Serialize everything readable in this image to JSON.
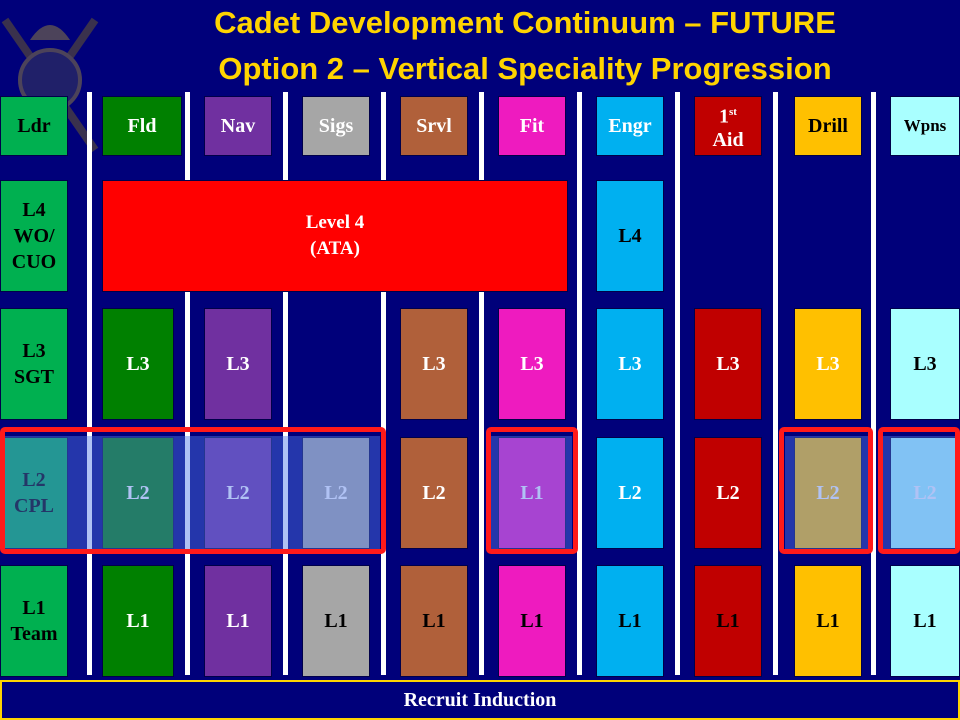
{
  "title": {
    "line1": "Cadet Development Continuum – FUTURE",
    "line2": "Option 2 – Vertical Speciality Progression"
  },
  "headers": {
    "ldr": "Ldr",
    "fld": "Fld",
    "nav": "Nav",
    "sigs": "Sigs",
    "srvl": "Srvl",
    "fit": "Fit",
    "engr": "Engr",
    "first_aid": "1st Aid",
    "drill": "Drill",
    "wpns": "Wpns"
  },
  "first_aid_parts": {
    "num": "1",
    "sup": "st",
    "word": "Aid"
  },
  "leader_levels": {
    "l4": [
      "L4",
      "WO/",
      "CUO"
    ],
    "l3": [
      "L3",
      "SGT"
    ],
    "l2": [
      "L2",
      "CPL"
    ],
    "l1": [
      "L1",
      "Team"
    ]
  },
  "level4": {
    "line1": "Level 4",
    "line2": "(ATA)"
  },
  "engr_l4": "L4",
  "row_l3": {
    "fld": "L3",
    "nav": "L3",
    "srvl": "L3",
    "fit": "L3",
    "engr": "L3",
    "aid": "L3",
    "drill": "L3",
    "wpns": "L3"
  },
  "row_l2": {
    "fld": "L2",
    "nav": "L2",
    "sigs": "L2",
    "srvl": "L2",
    "fit": "L1",
    "engr": "L2",
    "aid": "L2",
    "drill": "L2",
    "wpns": "L2"
  },
  "row_l1": {
    "fld": "L1",
    "nav": "L1",
    "sigs": "L1",
    "srvl": "L1",
    "fit": "L1",
    "engr": "L1",
    "aid": "L1",
    "drill": "L1",
    "wpns": "L1"
  },
  "footer": "Recruit Induction",
  "colors": {
    "background": "#00007a",
    "title": "#ffd400",
    "ldr": "#00b050",
    "fld": "#008000",
    "nav": "#7030a0",
    "sigs": "#a6a6a6",
    "srvl": "#b0603a",
    "fit": "#ee1bbf",
    "engr": "#00b0f0",
    "aid": "#c00000",
    "drill": "#ffc000",
    "wpns": "#a9ffff",
    "level4": "#ff0000",
    "highlight_frame": "#ff1a1a"
  }
}
